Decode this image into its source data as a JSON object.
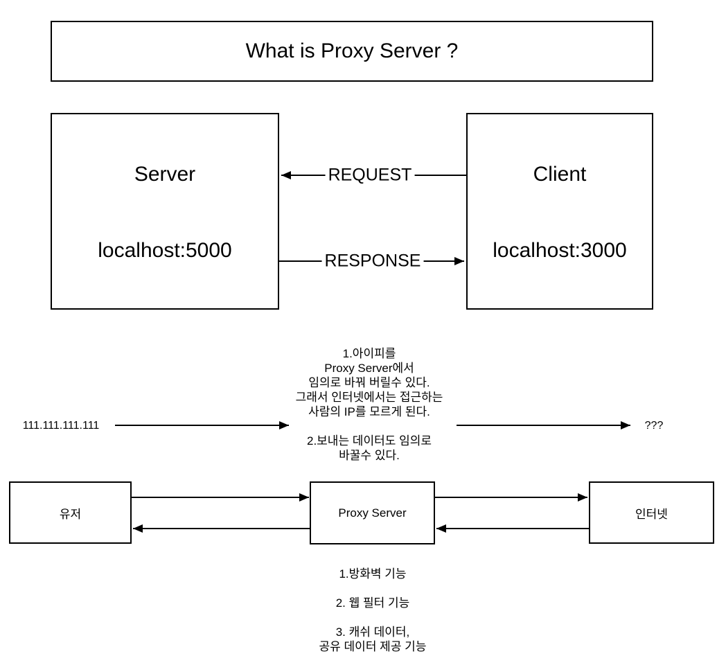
{
  "title": "What is Proxy Server ?",
  "server_box": {
    "name": "Server",
    "address": "localhost:5000"
  },
  "client_box": {
    "name": "Client",
    "address": "localhost:3000"
  },
  "edges": {
    "request_label": "REQUEST",
    "response_label": "RESPONSE"
  },
  "ip_flow": {
    "source_ip": "111.111.111.111",
    "result": "???"
  },
  "proxy_note": {
    "lines": [
      "1.아이피를",
      "Proxy Server에서",
      "임의로 바꿔 버릴수 있다.",
      "그래서 인터넷에서는 접근하는",
      "사람의 IP를 모르게 된다.",
      "2.보내는 데이터도 임의로",
      "바꿀수 있다."
    ]
  },
  "flow_boxes": {
    "user": "유저",
    "proxy": "Proxy Server",
    "internet": "인터넷"
  },
  "features": {
    "lines": [
      "1.방화벽 기능",
      "2. 웹 필터 기능",
      "3. 캐쉬 데이터,",
      "공유 데이터 제공 기능"
    ]
  },
  "colors": {
    "stroke": "#000000",
    "background": "#ffffff",
    "text": "#000000"
  }
}
